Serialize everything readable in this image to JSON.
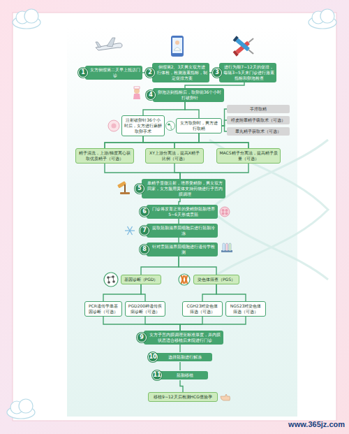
{
  "diagram": {
    "nodes": [
      {
        "text": [
          "1",
          "女方例假第二天早上抵达门诊"
        ]
      },
      {
        "text": [
          "2",
          "例假第2、3天男女双方进行体检，检测激素指标，制定促排方案"
        ]
      },
      {
        "text": [
          "3",
          "进行为期7~12天的促排，每隔3~5天来门诊进行激素指标和卵泡检查"
        ]
      },
      {
        "text": [
          "4",
          "卵泡达到指标后，取卵前36个小时打破卵针"
        ]
      },
      {
        "text": [
          "注射破卵针36个小时后，女方进行麻醉取卵手术"
        ]
      },
      {
        "text": [
          "女方取卵时，男方进行取精"
        ]
      },
      {
        "text": [
          "手淫取精"
        ]
      },
      {
        "text": [
          "经皮附睾精子吸取术（可选）"
        ]
      },
      {
        "text": [
          "睾丸精子获取术（可选）"
        ]
      },
      {
        "text": [
          "精子清洗，上游/梯度离心获取优质精子（可选）"
        ]
      },
      {
        "text": [
          "XY上游分离法，提高X精子比例（可选）"
        ]
      },
      {
        "text": [
          "MACS精子分离法，提高精子质量（可选）"
        ]
      },
      {
        "text": [
          "5",
          "单精子显微注射，培养受精卵，男女双方回家，女方服用黄体支持药物进行子宫内膜调理"
        ]
      },
      {
        "text": [
          "6",
          "门诊将发育正常的受精卵胚胎培养5~6天形成囊胚"
        ]
      },
      {
        "text": [
          "7",
          "提取胚胎滋养层细胞后进行胚胎冷冻"
        ]
      },
      {
        "text": [
          "8",
          "针对囊胚滋养层细胞进行遗传学检测"
        ]
      },
      {
        "text": [
          "基因诊断（PGD）"
        ]
      },
      {
        "text": [
          "染色体筛查（PGS）"
        ]
      },
      {
        "text": [
          "PCR遗传学单基因诊断（可选）"
        ]
      },
      {
        "text": [
          "PGD200种遗传疾病诊断（可选）"
        ]
      },
      {
        "text": [
          "CGH23对染色体筛选（可选）"
        ]
      },
      {
        "text": [
          "NGS23对染色体筛选（可选）"
        ]
      },
      {
        "text": [
          "9",
          "女方子宫内膜调理至标准厚度，并内膜状态适合移植后来院进行门诊"
        ]
      },
      {
        "text": [
          "10",
          "选择胚胎进行解冻"
        ]
      },
      {
        "text": [
          "11",
          "胚胎移植"
        ]
      },
      {
        "text": [
          "移植9~12天后检测HCG值验孕"
        ]
      }
    ],
    "edges": [
      {
        "from": 0,
        "to": 1,
        "arrow": "none"
      },
      {
        "from": 1,
        "to": 2,
        "arrow": "none"
      },
      {
        "from": 2,
        "to": 3,
        "arrow": "none"
      },
      {
        "from": 3,
        "to": 4,
        "arrow": "none"
      },
      {
        "from": 3,
        "to": 5,
        "arrow": "none"
      },
      {
        "from": 5,
        "to": 6,
        "arrow": "none"
      },
      {
        "from": 5,
        "to": 7,
        "arrow": "none"
      },
      {
        "from": 5,
        "to": 8,
        "arrow": "none"
      },
      {
        "from": 4,
        "to": 9,
        "arrow": "none"
      },
      {
        "from": 4,
        "to": 10,
        "arrow": "none"
      },
      {
        "from": 4,
        "to": 11,
        "arrow": "none"
      },
      {
        "from": 5,
        "to": 9,
        "arrow": "none"
      },
      {
        "from": 5,
        "to": 10,
        "arrow": "none"
      },
      {
        "from": 5,
        "to": 11,
        "arrow": "none"
      },
      {
        "from": 9,
        "to": 12,
        "arrow": "none"
      },
      {
        "from": 10,
        "to": 12,
        "arrow": "none"
      },
      {
        "from": 11,
        "to": 12,
        "arrow": "none"
      },
      {
        "from": 12,
        "to": 13,
        "arrow": "none"
      },
      {
        "from": 13,
        "to": 14,
        "arrow": "none"
      },
      {
        "from": 14,
        "to": 15,
        "arrow": "none"
      },
      {
        "from": 15,
        "to": 16,
        "arrow": "none"
      },
      {
        "from": 15,
        "to": 17,
        "arrow": "none"
      },
      {
        "from": 16,
        "to": 18,
        "arrow": "none"
      },
      {
        "from": 16,
        "to": 19,
        "arrow": "none"
      },
      {
        "from": 17,
        "to": 20,
        "arrow": "none"
      },
      {
        "from": 17,
        "to": 21,
        "arrow": "none"
      },
      {
        "from": 18,
        "to": 22,
        "arrow": "none"
      },
      {
        "from": 19,
        "to": 22,
        "arrow": "none"
      },
      {
        "from": 20,
        "to": 22,
        "arrow": "none"
      },
      {
        "from": 21,
        "to": 22,
        "arrow": "none"
      },
      {
        "from": 22,
        "to": 23,
        "arrow": "none"
      },
      {
        "from": 23,
        "to": 24,
        "arrow": "none"
      },
      {
        "from": 24,
        "to": 25,
        "arrow": "none"
      }
    ],
    "labels": [
      "www.365jz.com"
    ]
  }
}
